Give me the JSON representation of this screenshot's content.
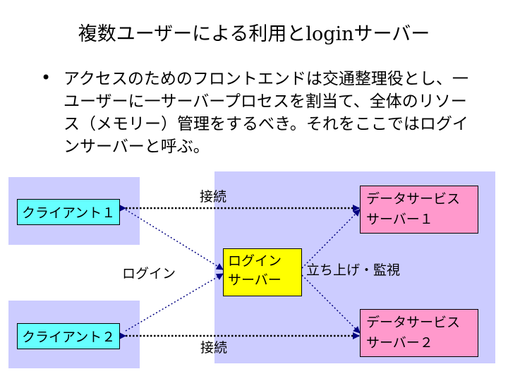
{
  "title": "複数ユーザーによる利用とloginサーバー",
  "bullet": {
    "marker": "•",
    "text": "アクセスのためのフロントエンドは交通整理役とし、一ユーザーに一サーバープロセスを割当て、全体のリソース（メモリー）管理をするべき。それをここではログインサーバーと呼ぶ。"
  },
  "diagram": {
    "client1": "クライアント１",
    "client2": "クライアント２",
    "login_server": {
      "line1": "ログイン",
      "line2": "サーバー"
    },
    "data_server1": {
      "line1": "データサービス",
      "line2": "サーバー１"
    },
    "data_server2": {
      "line1": "データサービス",
      "line2": "サーバー２"
    },
    "label_connect_top": "接続",
    "label_connect_bottom": "接続",
    "label_login": "ログイン",
    "label_launch_monitor": "立ち上げ・監視",
    "colors": {
      "background_panel": "#ccccff",
      "client_box": "#66ffff",
      "login_box": "#ffff00",
      "server_box": "#ff99cc",
      "arrow": "#000080"
    }
  }
}
